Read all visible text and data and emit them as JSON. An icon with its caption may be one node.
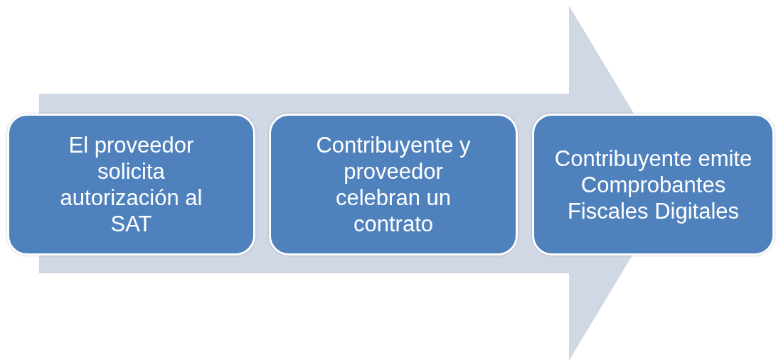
{
  "diagram": {
    "nodes": [
      {
        "text": [
          "El proveedor solicita autorización al SAT"
        ]
      },
      {
        "text": [
          "Contribuyente y proveedor celebran un contrato"
        ]
      },
      {
        "text": [
          "Contribuyente emite Comprobantes Fiscales Digitales"
        ]
      }
    ],
    "edges": [
      {
        "from": 0,
        "to": 2,
        "arrow": "to"
      }
    ]
  }
}
